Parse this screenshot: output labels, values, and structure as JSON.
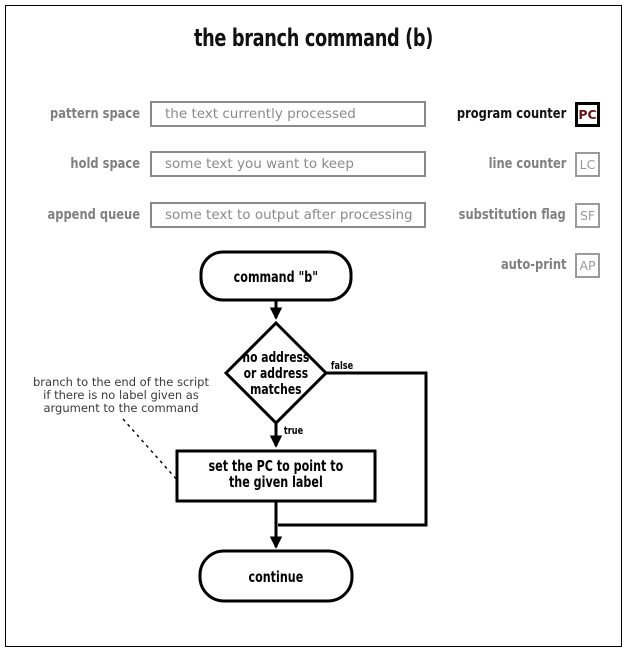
{
  "title": "the branch command (b)",
  "registers": [
    {
      "label": "pattern space",
      "value": "the text currently processed"
    },
    {
      "label": "hold space",
      "value": "some text you want to keep"
    },
    {
      "label": "append queue",
      "value": "some text to output after processing"
    }
  ],
  "flags": [
    {
      "label": "program counter",
      "abbr": "PC",
      "active": true
    },
    {
      "label": "line counter",
      "abbr": "LC",
      "active": false
    },
    {
      "label": "substitution flag",
      "abbr": "SF",
      "active": false
    },
    {
      "label": "auto-print",
      "abbr": "AP",
      "active": false
    }
  ],
  "flowchart": {
    "start": "command \"b\"",
    "decision": {
      "line1": "no address",
      "line2": "or address",
      "line3": "matches"
    },
    "edge_false": "false",
    "edge_true": "true",
    "process": {
      "line1": "set the PC to point to",
      "line2": "the given label"
    },
    "end": "continue",
    "annotation": {
      "line1": "branch to the end of the script",
      "line2": "if there is no label given as",
      "line3": "argument to the command"
    }
  },
  "colors": {
    "accent": "#6b1414",
    "muted": "#8a8a8a",
    "ink": "#000000"
  }
}
